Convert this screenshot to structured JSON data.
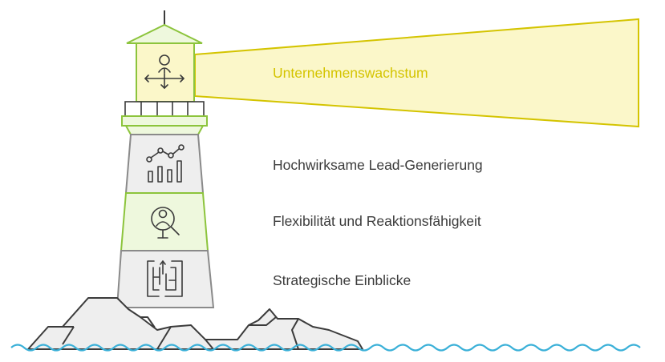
{
  "levels": [
    {
      "label": "Unternehmenswachstum",
      "icon": "person-arrows-icon",
      "color": "#d4c400"
    },
    {
      "label": "Hochwirksame Lead-Generierung",
      "icon": "bar-line-chart-icon",
      "color": "#3b3b3b"
    },
    {
      "label": "Flexibilität und Reaktionsfähigkeit",
      "icon": "person-magnifier-icon",
      "color": "#3b3b3b"
    },
    {
      "label": "Strategische Einblicke",
      "icon": "maze-icon",
      "color": "#3b3b3b"
    }
  ],
  "colors": {
    "yellow_fill": "#fbf7c9",
    "yellow_stroke": "#d4c400",
    "green_fill": "#eef8dd",
    "green_stroke": "#8cc43c",
    "gray_fill": "#eeeeee",
    "gray_stroke": "#8a8a8a",
    "rock_stroke": "#3b3b3b",
    "water": "#3ab0d8"
  }
}
